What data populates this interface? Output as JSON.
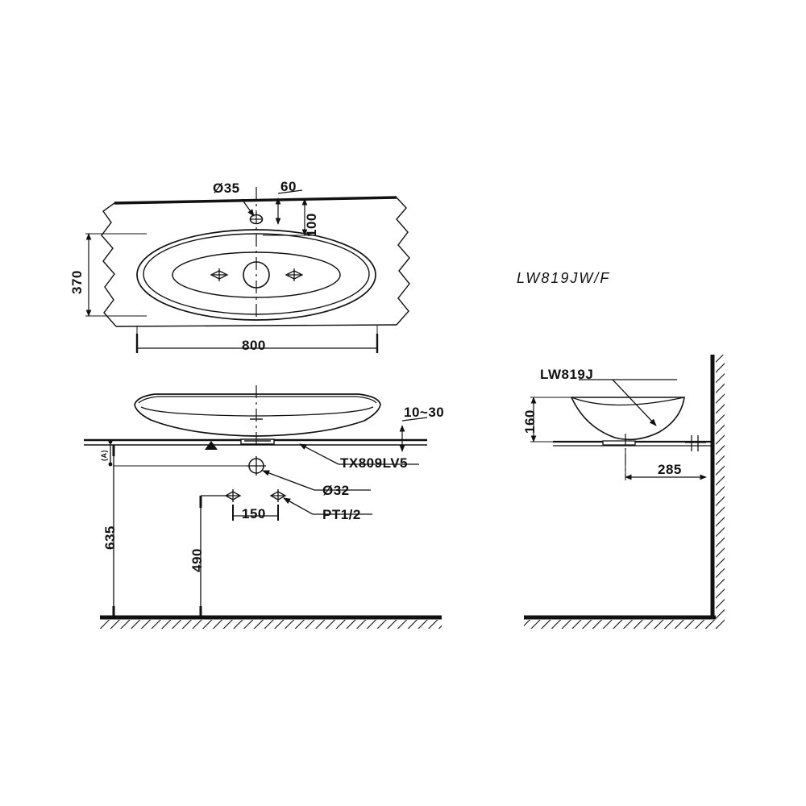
{
  "sheet": {
    "background_color": "#ffffff",
    "line_color": "#111111"
  },
  "model_label": "LW819JW/F",
  "views": {
    "top_view": {
      "name": "plan-view",
      "dimensions": {
        "tap_hole_diameter": "Ø35",
        "tap_hole_offset_from_edge": "60",
        "tap_hole_to_bowl": "100",
        "counter_depth": "370",
        "counter_width": "800"
      }
    },
    "front_view": {
      "name": "front-elevation",
      "dimensions": {
        "counter_thickness": "10~30",
        "counter_mark": "(A)",
        "drain_diameter": "Ø32",
        "supply_thread": "PT1/2",
        "supply_spacing": "150",
        "counter_height_from_floor": "635",
        "supply_height_from_floor": "490"
      },
      "callouts": {
        "trap_part": "TX809LV5"
      }
    },
    "side_view": {
      "name": "side-elevation",
      "dimensions": {
        "bowl_height": "160",
        "wall_to_center": "285"
      },
      "callouts": {
        "basin_part": "LW819J"
      }
    }
  }
}
